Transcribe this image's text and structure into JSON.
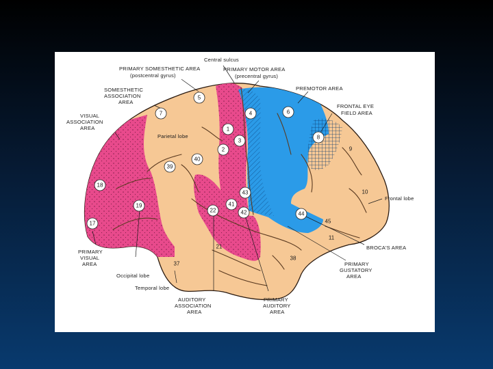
{
  "labels": {
    "central_sulcus": "Central sulcus",
    "primary_somesthetic_area": "PRIMARY SOMESTHETIC AREA",
    "postcentral_gyrus": "(postcentral gyrus)",
    "primary_motor_area": "PRIMARY MOTOR AREA",
    "precentral_gyrus": "(precentral gyrus)",
    "somesthetic_assoc_1": "SOMESTHETIC",
    "somesthetic_assoc_2": "ASSOCIATION",
    "somesthetic_assoc_3": "AREA",
    "premotor_area": "PREMOTOR AREA",
    "frontal_eye_1": "FRONTAL EYE",
    "frontal_eye_2": "FIELD AREA",
    "visual_assoc_1": "VISUAL",
    "visual_assoc_2": "ASSOCIATION",
    "visual_assoc_3": "AREA",
    "parietal_lobe": "Parietal lobe",
    "frontal_lobe": "Frontal lobe",
    "primary_visual_1": "PRIMARY",
    "primary_visual_2": "VISUAL",
    "primary_visual_3": "AREA",
    "brocas_area": "BROCA'S AREA",
    "occipital_lobe": "Occipital lobe",
    "primary_gustatory_1": "PRIMARY",
    "primary_gustatory_2": "GUSTATORY",
    "primary_gustatory_3": "AREA",
    "temporal_lobe": "Temporal lobe",
    "auditory_assoc_1": "AUDITORY",
    "auditory_assoc_2": "ASSOCIATION",
    "auditory_assoc_3": "AREA",
    "primary_auditory_1": "PRIMARY",
    "primary_auditory_2": "AUDITORY",
    "primary_auditory_3": "AREA"
  },
  "area_numbers": {
    "a1": "1",
    "a2": "2",
    "a3": "3",
    "a4": "4",
    "a5": "5",
    "a6": "6",
    "a7": "7",
    "a8": "8",
    "a9": "9",
    "a10": "10",
    "a11": "11",
    "a17": "17",
    "a18": "18",
    "a19": "19",
    "a21": "21",
    "a22": "22",
    "a37": "37",
    "a38": "38",
    "a39": "39",
    "a40": "40",
    "a41": "41",
    "a42": "42",
    "a43": "43",
    "a44": "44",
    "a45": "45"
  },
  "colors": {
    "cortex": "#f6c895",
    "sensory_pink": "#e84a8c",
    "motor_blue": "#2b9be8",
    "slide_bg": "#083a6e"
  }
}
